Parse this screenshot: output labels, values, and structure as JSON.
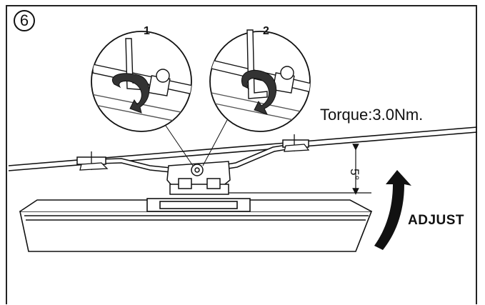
{
  "step": {
    "number": "6"
  },
  "details": [
    {
      "number": "1"
    },
    {
      "number": "2"
    }
  ],
  "torque_label": "Torque:3.0Nm.",
  "angle_label": "5°",
  "adjust_label": "ADJUST",
  "colors": {
    "ink": "#111111",
    "hatch": "#555555",
    "background": "#ffffff"
  },
  "icons": [
    "hex-key-icon",
    "rotation-arrow-icon",
    "adjust-arrow-icon"
  ]
}
